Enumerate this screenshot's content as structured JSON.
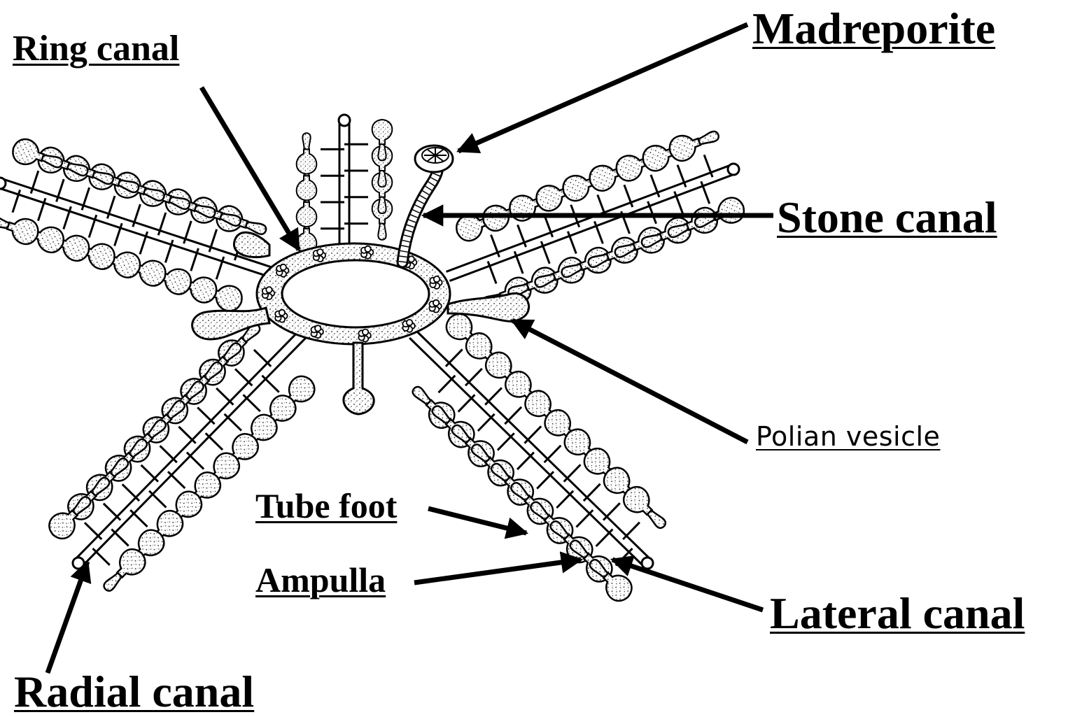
{
  "labels": {
    "madreporite": "Madreporite",
    "ring_canal": "Ring canal",
    "stone_canal": "Stone canal",
    "polian_vesicle": "Polian vesicle",
    "tube_foot": "Tube foot",
    "ampulla": "Ampulla",
    "lateral_canal": "Lateral canal",
    "radial_canal": "Radial canal"
  }
}
